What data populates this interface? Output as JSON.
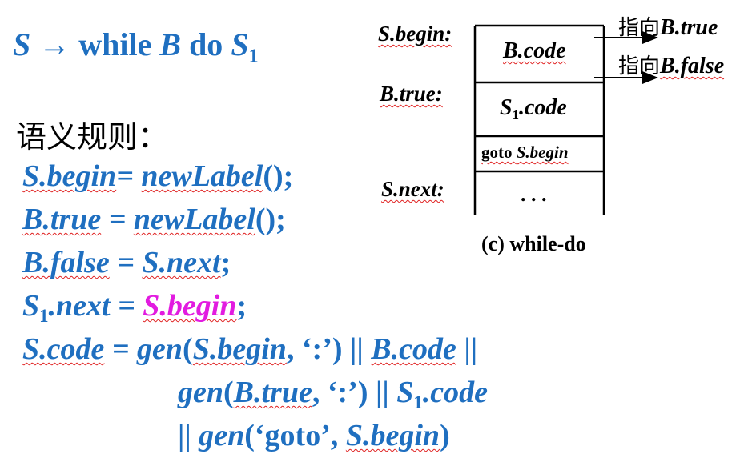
{
  "production": {
    "lhs": "S",
    "arrow": "→",
    "kw_while": "while",
    "b": "B",
    "kw_do": "do",
    "s1": "S",
    "s1_sub": "1"
  },
  "rules_heading": "语义规则：",
  "rules": {
    "r1_lhs": "S.begin",
    "r1_eq": "= ",
    "r1_rhs": "newLabel",
    "r1_tail": "();",
    "r2_lhs": "B.true",
    "r2_eq": " = ",
    "r2_rhs": "newLabel",
    "r2_tail": "();",
    "r3_lhs": "B.false",
    "r3_eq": " = ",
    "r3_rhs": "S.next",
    "r3_tail": ";",
    "r4_s": "S",
    "r4_sub": "1",
    "r4_rest": ".next",
    "r4_eq": " = ",
    "r4_rhs": "S.begin",
    "r4_tail": ";",
    "r5_lhs": "S.code",
    "r5_eq": " = ",
    "r5_gen": "gen",
    "r5_open": "(",
    "r5_arg": "S.begin",
    "r5_colon": ", ‘:’) || ",
    "r5_bcode": "B.code",
    "r5_bars": " ||",
    "r6_gen": "gen",
    "r6_open": "(",
    "r6_arg": "B.true",
    "r6_colon": ", ‘:’) || ",
    "r6_s": "S",
    "r6_sub": "1",
    "r6_code": ".code",
    "r7_bars": "|| ",
    "r7_gen": "gen",
    "r7_goto": "(‘goto’, ",
    "r7_arg": "S.begin",
    "r7_close": ")"
  },
  "diagram": {
    "label_sbegin": "S.begin:",
    "label_btrue": "B.true:",
    "label_snext": "S.next:",
    "box_bcode": "B.code",
    "box_s1_s": "S",
    "box_s1_sub": "1",
    "box_s1_code": ".code",
    "box_goto_kw": "goto ",
    "box_goto_target": "S.begin",
    "box_dots": ". . .",
    "arrow_true_han": "指向",
    "arrow_true_latin": "B.true",
    "arrow_false_han": "指向",
    "arrow_false_latin": "B.false",
    "caption": "(c) while-do"
  },
  "colors": {
    "rule_text": "#1f6fc0",
    "highlight": "#e21be0",
    "underline": "#e02020"
  }
}
